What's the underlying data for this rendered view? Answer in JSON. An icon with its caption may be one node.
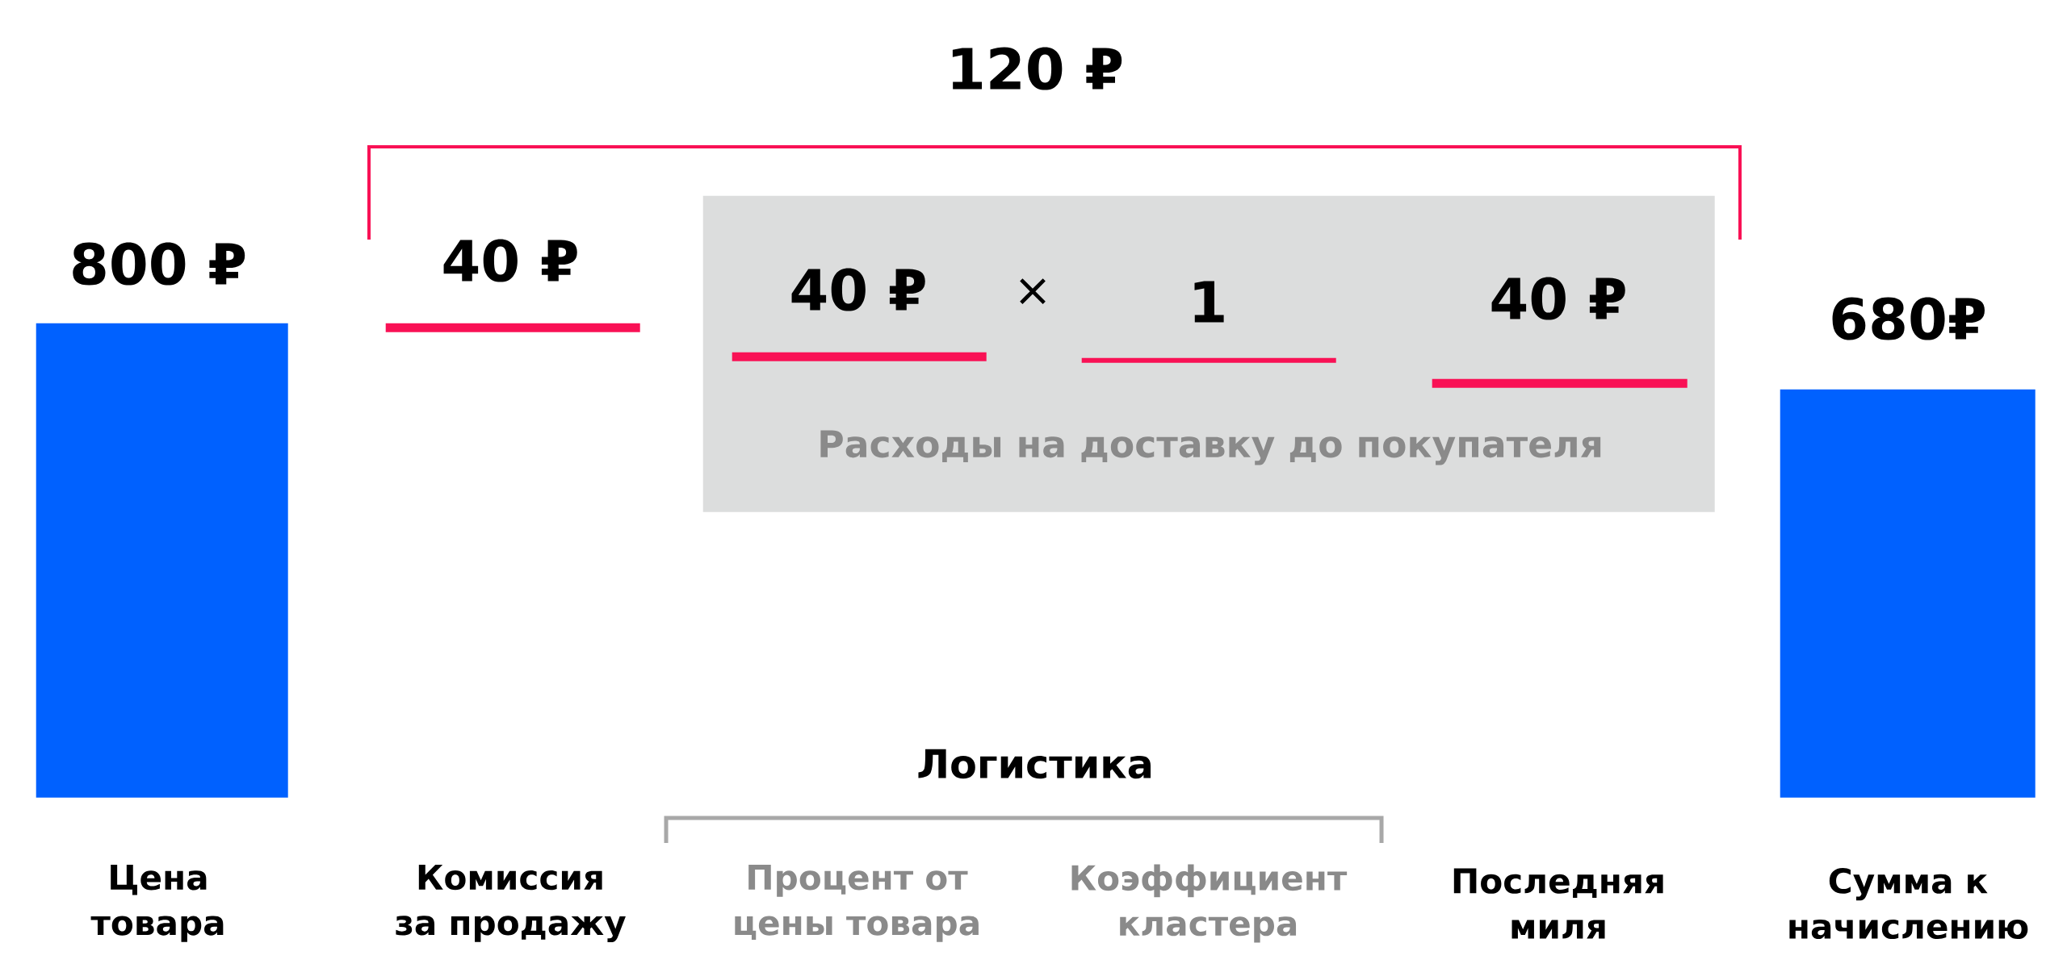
{
  "diagram": {
    "nodes": [
      {
        "text": [],
        "shape": "bar",
        "beside": [
          "800 ₽"
        ]
      },
      {
        "text": [],
        "shape": "bar",
        "beside": [
          "40 ₽"
        ]
      },
      {
        "text": [
          "Расходы на доставку до покупателя"
        ]
      },
      {
        "text": [],
        "shape": "bar",
        "in": 2,
        "beside": [
          "40 ₽"
        ]
      },
      {
        "text": [],
        "shape": "bar",
        "in": 2,
        "beside": [
          "1"
        ]
      },
      {
        "text": [],
        "shape": "bar",
        "in": 2,
        "beside": [
          "40 ₽"
        ]
      },
      {
        "text": [],
        "shape": "bar",
        "beside": [
          "680₽"
        ]
      }
    ],
    "labels": [
      "120 ₽",
      "×",
      "Логистика",
      "Цена товара",
      "Комиссия за продажу",
      "Процент от цены товара",
      "Коэффициент кластера",
      "Последняя миля",
      "Сумма к начислению"
    ]
  }
}
